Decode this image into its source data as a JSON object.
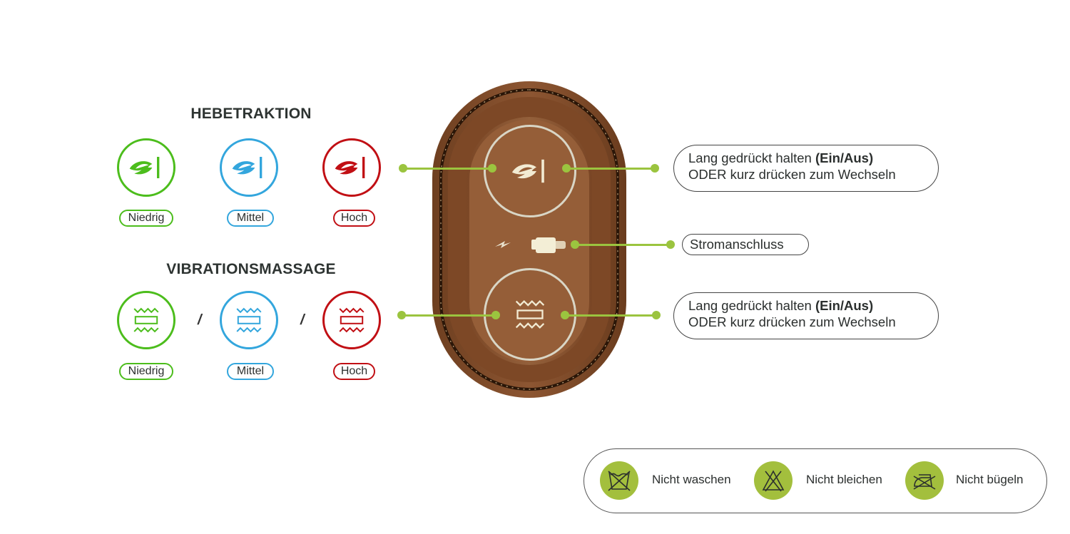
{
  "colors": {
    "low": "#4cbd1c",
    "medium": "#33a6dd",
    "high": "#c10f14",
    "connector": "#9bc43f",
    "care_icon_bg": "#a3bf3d",
    "device_brown": "#8a5430"
  },
  "lift_section": {
    "title": "HEBETRAKTION",
    "icon": "leaf-lift-icon",
    "levels": [
      {
        "label": "Niedrig",
        "color": "low"
      },
      {
        "label": "Mittel",
        "color": "medium"
      },
      {
        "label": "Hoch",
        "color": "high"
      }
    ]
  },
  "vibration_section": {
    "title": "VIBRATIONSMASSAGE",
    "icon": "vibration-icon",
    "separator": "/",
    "levels": [
      {
        "label": "Niedrig",
        "color": "low"
      },
      {
        "label": "Mittel",
        "color": "medium"
      },
      {
        "label": "Hoch",
        "color": "high"
      }
    ]
  },
  "device": {
    "top_button_icon": "leaf-lift-icon",
    "port_icon": "usb-c-port-icon",
    "bolt_icon": "lightning-bolt-icon",
    "bottom_button_icon": "vibration-icon"
  },
  "callouts": {
    "top_button": {
      "line1_prefix": "Lang gedrückt halten ",
      "line1_bold": "(Ein/Aus)",
      "line2": "ODER kurz drücken zum Wechseln"
    },
    "power_port": {
      "label": "Stromanschluss"
    },
    "bottom_button": {
      "line1_prefix": "Lang gedrückt halten ",
      "line1_bold": "(Ein/Aus)",
      "line2": "ODER kurz drücken zum Wechseln"
    }
  },
  "care_instructions": [
    {
      "icon": "no-wash-icon",
      "label": "Nicht waschen"
    },
    {
      "icon": "no-bleach-icon",
      "label": "Nicht bleichen"
    },
    {
      "icon": "no-iron-icon",
      "label": "Nicht bügeln"
    }
  ]
}
